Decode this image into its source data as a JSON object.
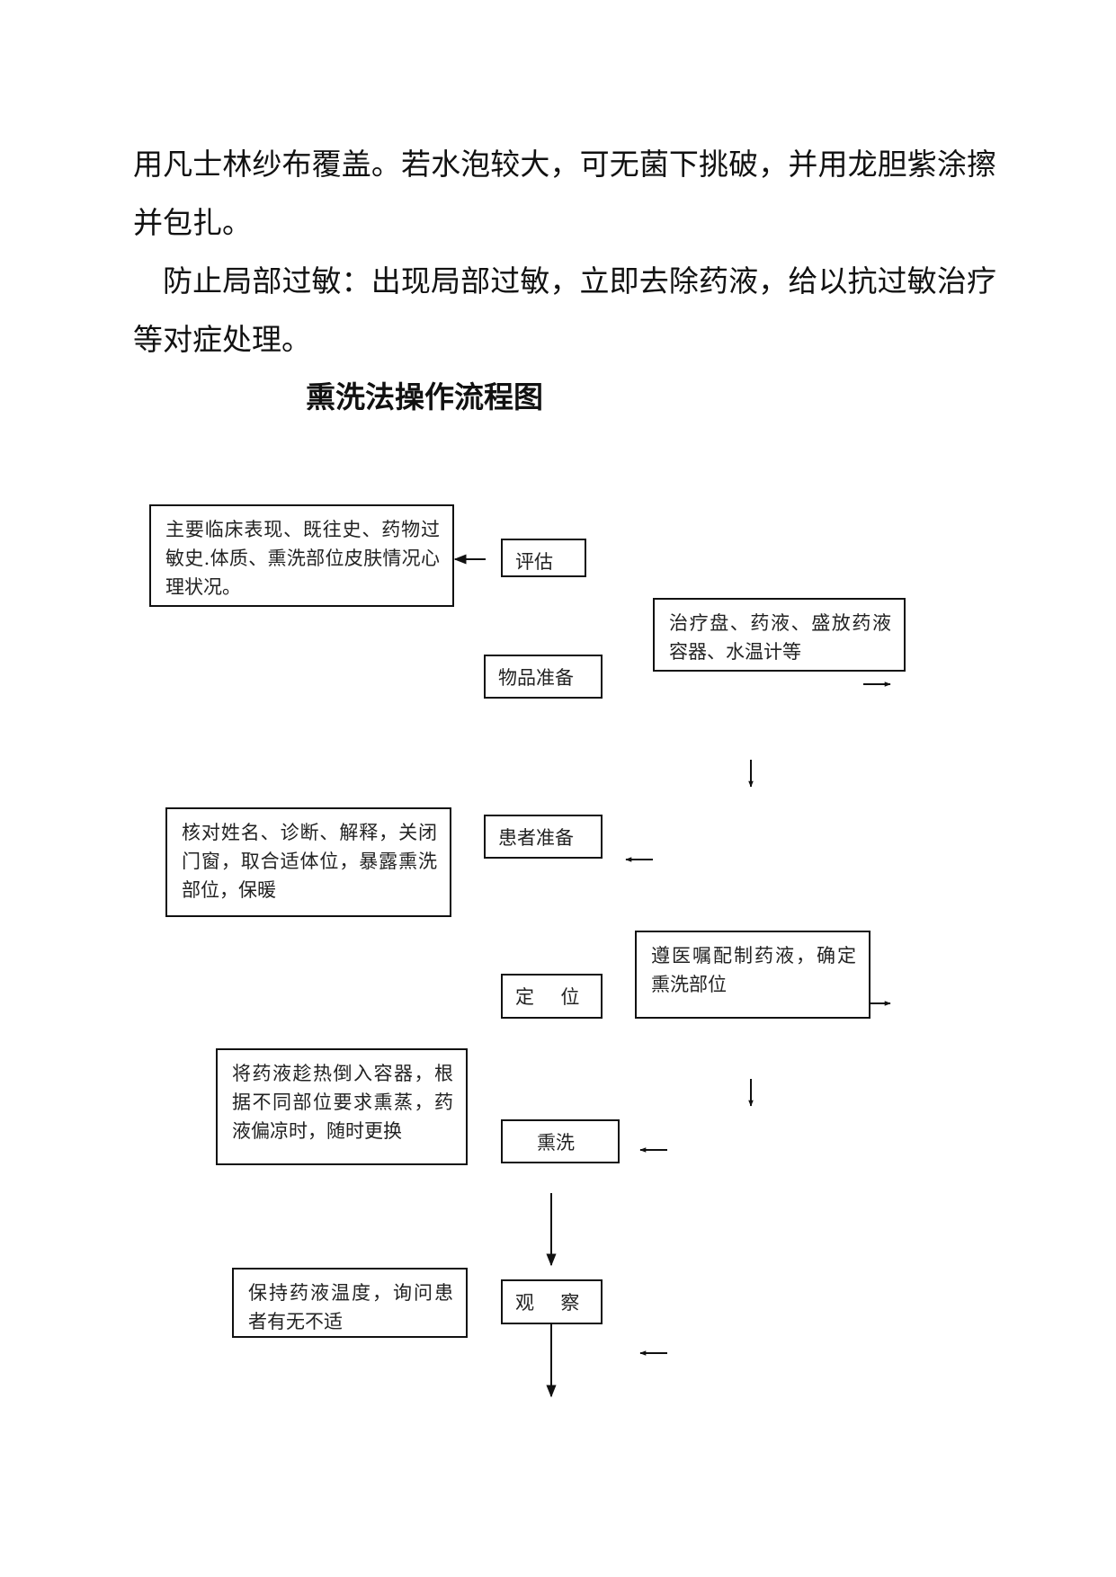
{
  "paragraphs": [
    "用凡士林纱布覆盖。若水泡较大，可无菌下挑破，并用龙胆紫涂擦并包扎。",
    "防止局部过敏：出现局部过敏，立即去除药液，给以抗过敏治疗等对症处理。"
  ],
  "flowchart": {
    "title": "熏洗法操作流程图",
    "steps": {
      "assess": "评估",
      "supplies": "物品准备",
      "patient_prep": "患者准备",
      "position": "定　位",
      "fumigate": "熏洗",
      "observe": "观　察"
    },
    "notes": {
      "assess": "主要临床表现、既往史、药物过敏史.体质、熏洗部位皮肤情况心理状况。",
      "supplies": "治疗盘、药液、盛放药液容器、水温计等",
      "patient_prep": "核对姓名、诊断、解释，关闭门窗，取合适体位，暴露熏洗部位，保暖",
      "position": "遵医嘱配制药液，确定熏洗部位",
      "fumigate": "将药液趁热倒入容器，根据不同部位要求熏蒸，药液偏凉时，随时更换",
      "observe": "保持药液温度，询问患者有无不适"
    }
  }
}
